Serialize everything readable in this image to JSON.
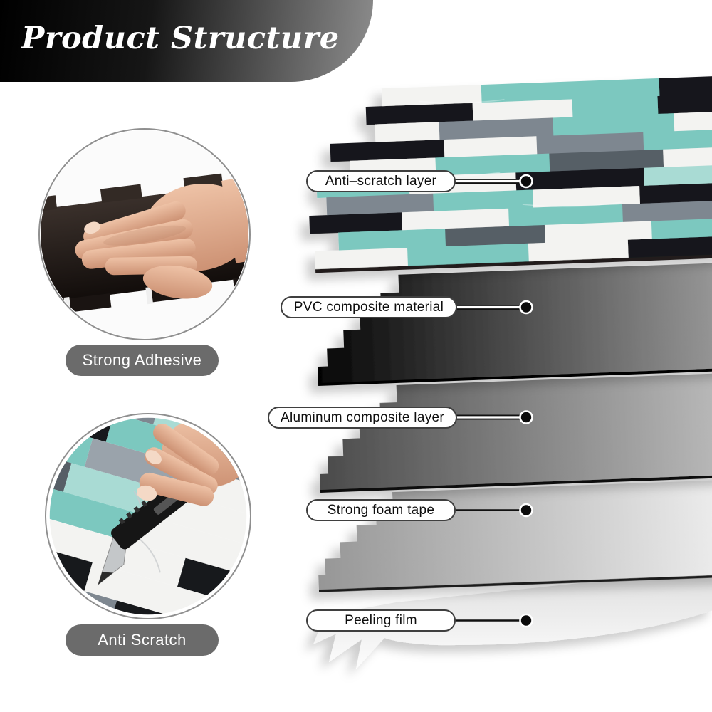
{
  "header": {
    "title": "Product Structure"
  },
  "features": [
    {
      "label": "Strong Adhesive",
      "image": "hand-pressing-tile-backing-photo"
    },
    {
      "label": "Anti Scratch",
      "image": "utility-knife-cutting-tile-photo"
    }
  ],
  "layer_labels": [
    {
      "label": "Anti–scratch layer"
    },
    {
      "label": "PVC composite material"
    },
    {
      "label": "Aluminum composite layer"
    },
    {
      "label": "Strong foam tape"
    },
    {
      "label": "Peeling film"
    }
  ],
  "colors": {
    "banner_dark": "#000000",
    "banner_light": "#8d8d8d",
    "feature_pill_bg": "#6b6b6b",
    "tile_teal": "#7cc8bf",
    "tile_teal_light": "#a9dbd4",
    "tile_white": "#f3f3f1",
    "tile_black": "#17191c",
    "tile_gray": "#7e8790",
    "tile_gray_dark": "#565e66",
    "pvc_dark": "#050505",
    "pvc_light": "#9c9c9c",
    "aluminum_dark": "#4a4a4a",
    "aluminum_light": "#bdbdbd",
    "foam_dark": "#969696",
    "foam_light": "#efefef",
    "film_top": "#dedede",
    "film_bottom": "#fdfdfd",
    "skin": "#e9bb9e",
    "panel_brown": "#2e2521"
  }
}
